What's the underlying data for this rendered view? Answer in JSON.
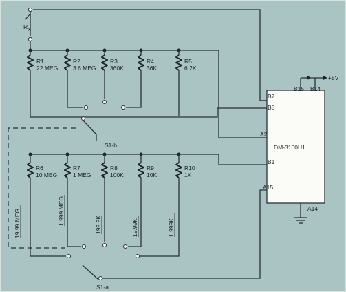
{
  "resistors_top": [
    {
      "id": "R1",
      "value": "22 MEG"
    },
    {
      "id": "R2",
      "value": "3.6 MEG"
    },
    {
      "id": "R3",
      "value": "360K"
    },
    {
      "id": "R4",
      "value": "36K"
    },
    {
      "id": "R5",
      "value": "6.2K"
    }
  ],
  "resistors_bottom": [
    {
      "id": "R6",
      "value": "10 MEG"
    },
    {
      "id": "R7",
      "value": "1 MEG"
    },
    {
      "id": "R8",
      "value": "100K"
    },
    {
      "id": "R9",
      "value": "10K"
    },
    {
      "id": "R10",
      "value": "1K"
    }
  ],
  "rx_label": "R",
  "rx_sub": "X",
  "switch_top_label": "S1-b",
  "switch_bottom_label": "S1-a",
  "chip": {
    "name": "DM-3100U1",
    "pins": {
      "b7": "B7",
      "b5": "B5",
      "a2": "A2",
      "b1": "B1",
      "a15": "A15",
      "a14": "A14",
      "b15": "B15",
      "b14": "B14"
    }
  },
  "supply": "+5V",
  "ranges": [
    "19.99 MEG",
    "1.999 MEG",
    "199.9K",
    "19.99K",
    "1.999K"
  ]
}
